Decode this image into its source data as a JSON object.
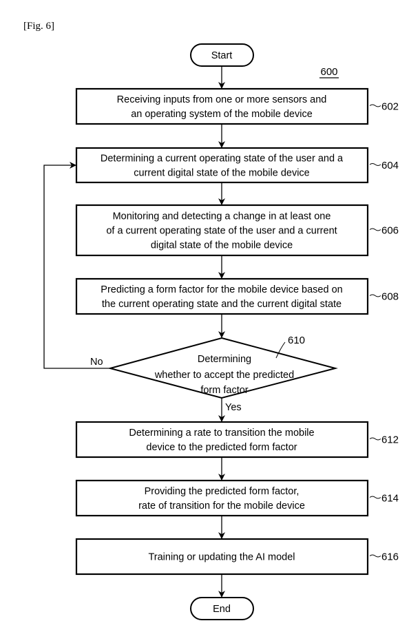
{
  "figure": {
    "label": "[Fig. 6]",
    "number": "600"
  },
  "terminals": {
    "start": "Start",
    "end": "End"
  },
  "steps": [
    {
      "ref": "602",
      "lines": [
        "Receiving inputs from one or more sensors and",
        "an operating system of the mobile device"
      ]
    },
    {
      "ref": "604",
      "lines": [
        "Determining a current operating state of the user and a",
        "current digital state of the mobile device"
      ]
    },
    {
      "ref": "606",
      "lines": [
        "Monitoring and detecting a change in at least one",
        "of a current operating state of the user and a current",
        "digital state of the mobile device"
      ]
    },
    {
      "ref": "608",
      "lines": [
        "Predicting a form factor for the mobile device based on",
        "the current operating state and the current digital state"
      ]
    },
    {
      "ref": "612",
      "lines": [
        "Determining a rate to transition the mobile",
        "device to the predicted form factor"
      ]
    },
    {
      "ref": "614",
      "lines": [
        "Providing the predicted form factor,",
        "rate of transition for the mobile device"
      ]
    },
    {
      "ref": "616",
      "lines": [
        "Training or updating the AI model"
      ]
    }
  ],
  "decision": {
    "ref": "610",
    "lines": [
      "Determining",
      "whether to accept the predicted",
      "form factor"
    ],
    "yes_label": "Yes",
    "no_label": "No"
  }
}
